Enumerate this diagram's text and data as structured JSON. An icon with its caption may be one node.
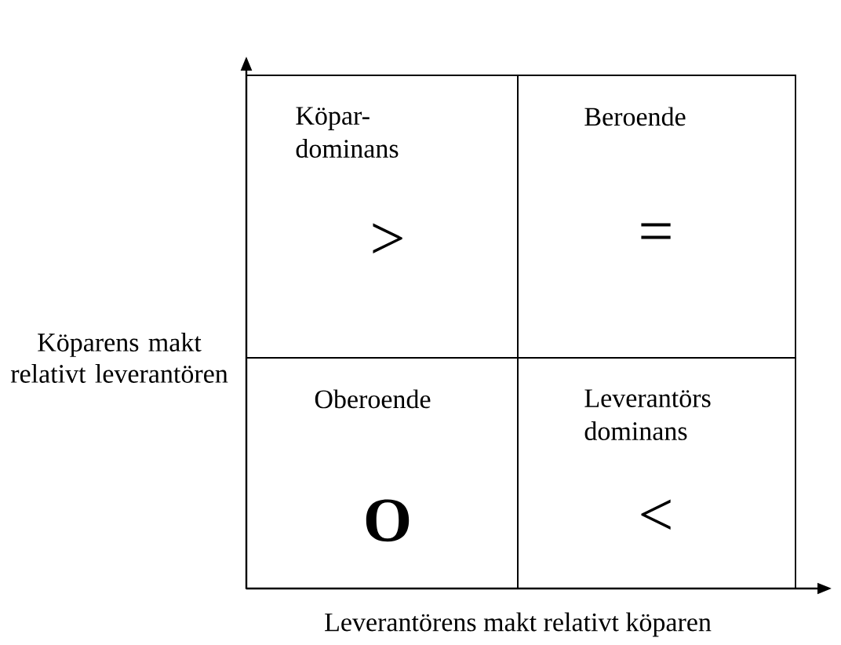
{
  "diagram": {
    "nodes": [
      {
        "text": [
          "Köpar- dominans",
          ">"
        ]
      },
      {
        "text": [
          "Beroende",
          "="
        ]
      },
      {
        "text": [
          "Oberoende",
          "O"
        ]
      },
      {
        "text": [
          "Leverantörs dominans",
          "<"
        ]
      }
    ],
    "labels": [
      "Köparens makt relativt leverantören",
      "Leverantörens makt relativt köparen"
    ]
  }
}
